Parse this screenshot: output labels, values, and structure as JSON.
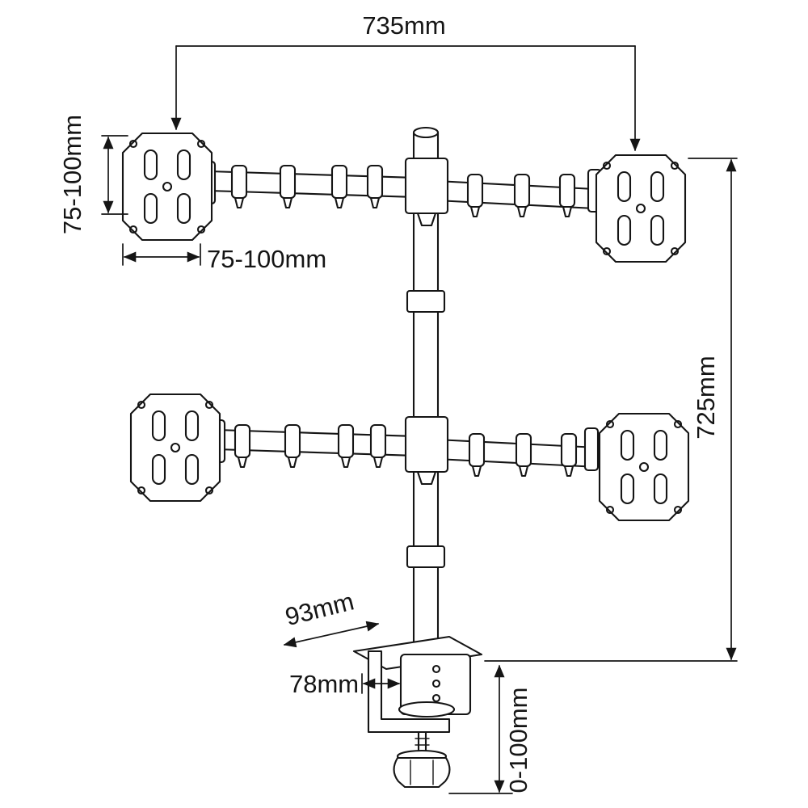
{
  "diagram": {
    "type": "technical-dimension-drawing",
    "subject": "quad monitor desk mount with clamp base",
    "background": "#ffffff",
    "line_color": "#151515",
    "labels": {
      "top_width": "735mm",
      "vesa_vertical": "75-100mm",
      "vesa_horizontal": "75-100mm",
      "column_height": "725mm",
      "clamp_depth": "93mm",
      "clamp_inner_width": "78mm",
      "clamp_opening": "0-100mm"
    }
  }
}
